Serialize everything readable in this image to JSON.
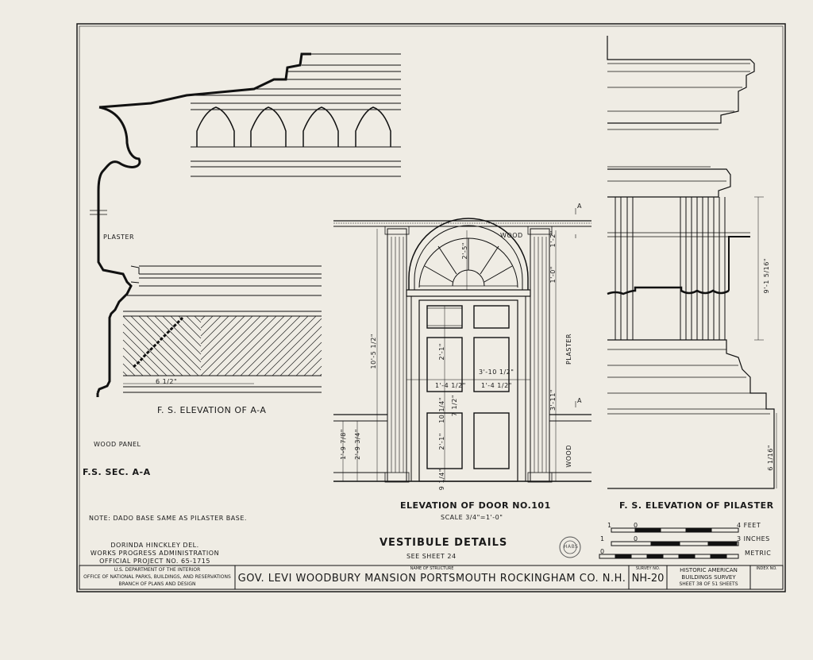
{
  "drawing": {
    "labels": {
      "plaster_left": "PLASTER",
      "fs_elev_aa": "F. S. ELEVATION OF A-A",
      "fs_sec_aa": "F.S. SEC. A-A",
      "wood_panel": "WOOD PANEL",
      "dim_six_half": "6 1/2\"",
      "note": "NOTE: DADO BASE SAME AS PILASTER BASE.",
      "elev_door": "ELEVATION OF DOOR NO.101",
      "scale": "SCALE 3/4\"=1'-0\"",
      "fs_elev_pilaster": "F. S. ELEVATION OF PILASTER",
      "vestibule": "VESTIBULE DETAILS",
      "see_sheet": "SEE SHEET 24",
      "wood_top": "WOOD",
      "plaster_right": "PLASTER",
      "wood_right": "WOOD",
      "section_a_top": "A",
      "section_a_mid": "A"
    },
    "door_dims": {
      "overall_height": "10'-5 1/2\"",
      "lower_height": "2'-9 3/4\"",
      "lower_dado": "1'-9 7/8\"",
      "transom_h": "2'-5\"",
      "width": "3'-10 1/2\"",
      "panel_w_left": "1'-4 1/2\"",
      "panel_w_right": "1'-4 1/2\"",
      "panel_h_upper": "2'-1\"",
      "panel_h_lower": "2'-1\"",
      "rail_mid": "10 1/4\"",
      "rail_low": "9 1/4\"",
      "lock_rail": "7 1/2\"",
      "right_col_1": "1'-2\"",
      "right_col_2": "1'-0\"",
      "right_col_3": "3'-11\"",
      "pilaster_upper": "9'-1 5/16\"",
      "pilaster_lower": "6 1/16\""
    }
  },
  "scale_bars": {
    "feet_start": "1",
    "feet_zero": "0",
    "feet_label": "4 FEET",
    "inches_start": "1",
    "inches_zero": "0",
    "inches_label": "3 INCHES",
    "metric_zero": "0",
    "metric_label": "METRIC"
  },
  "credits": {
    "line1": "DORINDA HINCKLEY DEL.",
    "line2": "WORKS PROGRESS ADMINISTRATION",
    "line3": "OFFICIAL PROJECT NO. 65-1715"
  },
  "title_block": {
    "dept1": "U.S. DEPARTMENT OF THE INTERIOR",
    "dept2": "OFFICE OF NATIONAL PARKS, BUILDINGS, AND RESERVATIONS",
    "dept3": "BRANCH OF PLANS AND DESIGN",
    "name_caption": "NAME OF STRUCTURE",
    "structure_name": "GOV. LEVI WOODBURY MANSION  PORTSMOUTH  ROCKINGHAM CO. N.H.",
    "survey_caption": "SURVEY NO.",
    "survey_no": "NH-20",
    "habs1": "HISTORIC AMERICAN",
    "habs2": "BUILDINGS SURVEY",
    "sheet_info": "SHEET 38 OF 51 SHEETS",
    "index_caption": "INDEX NO."
  },
  "seal": "HABS"
}
